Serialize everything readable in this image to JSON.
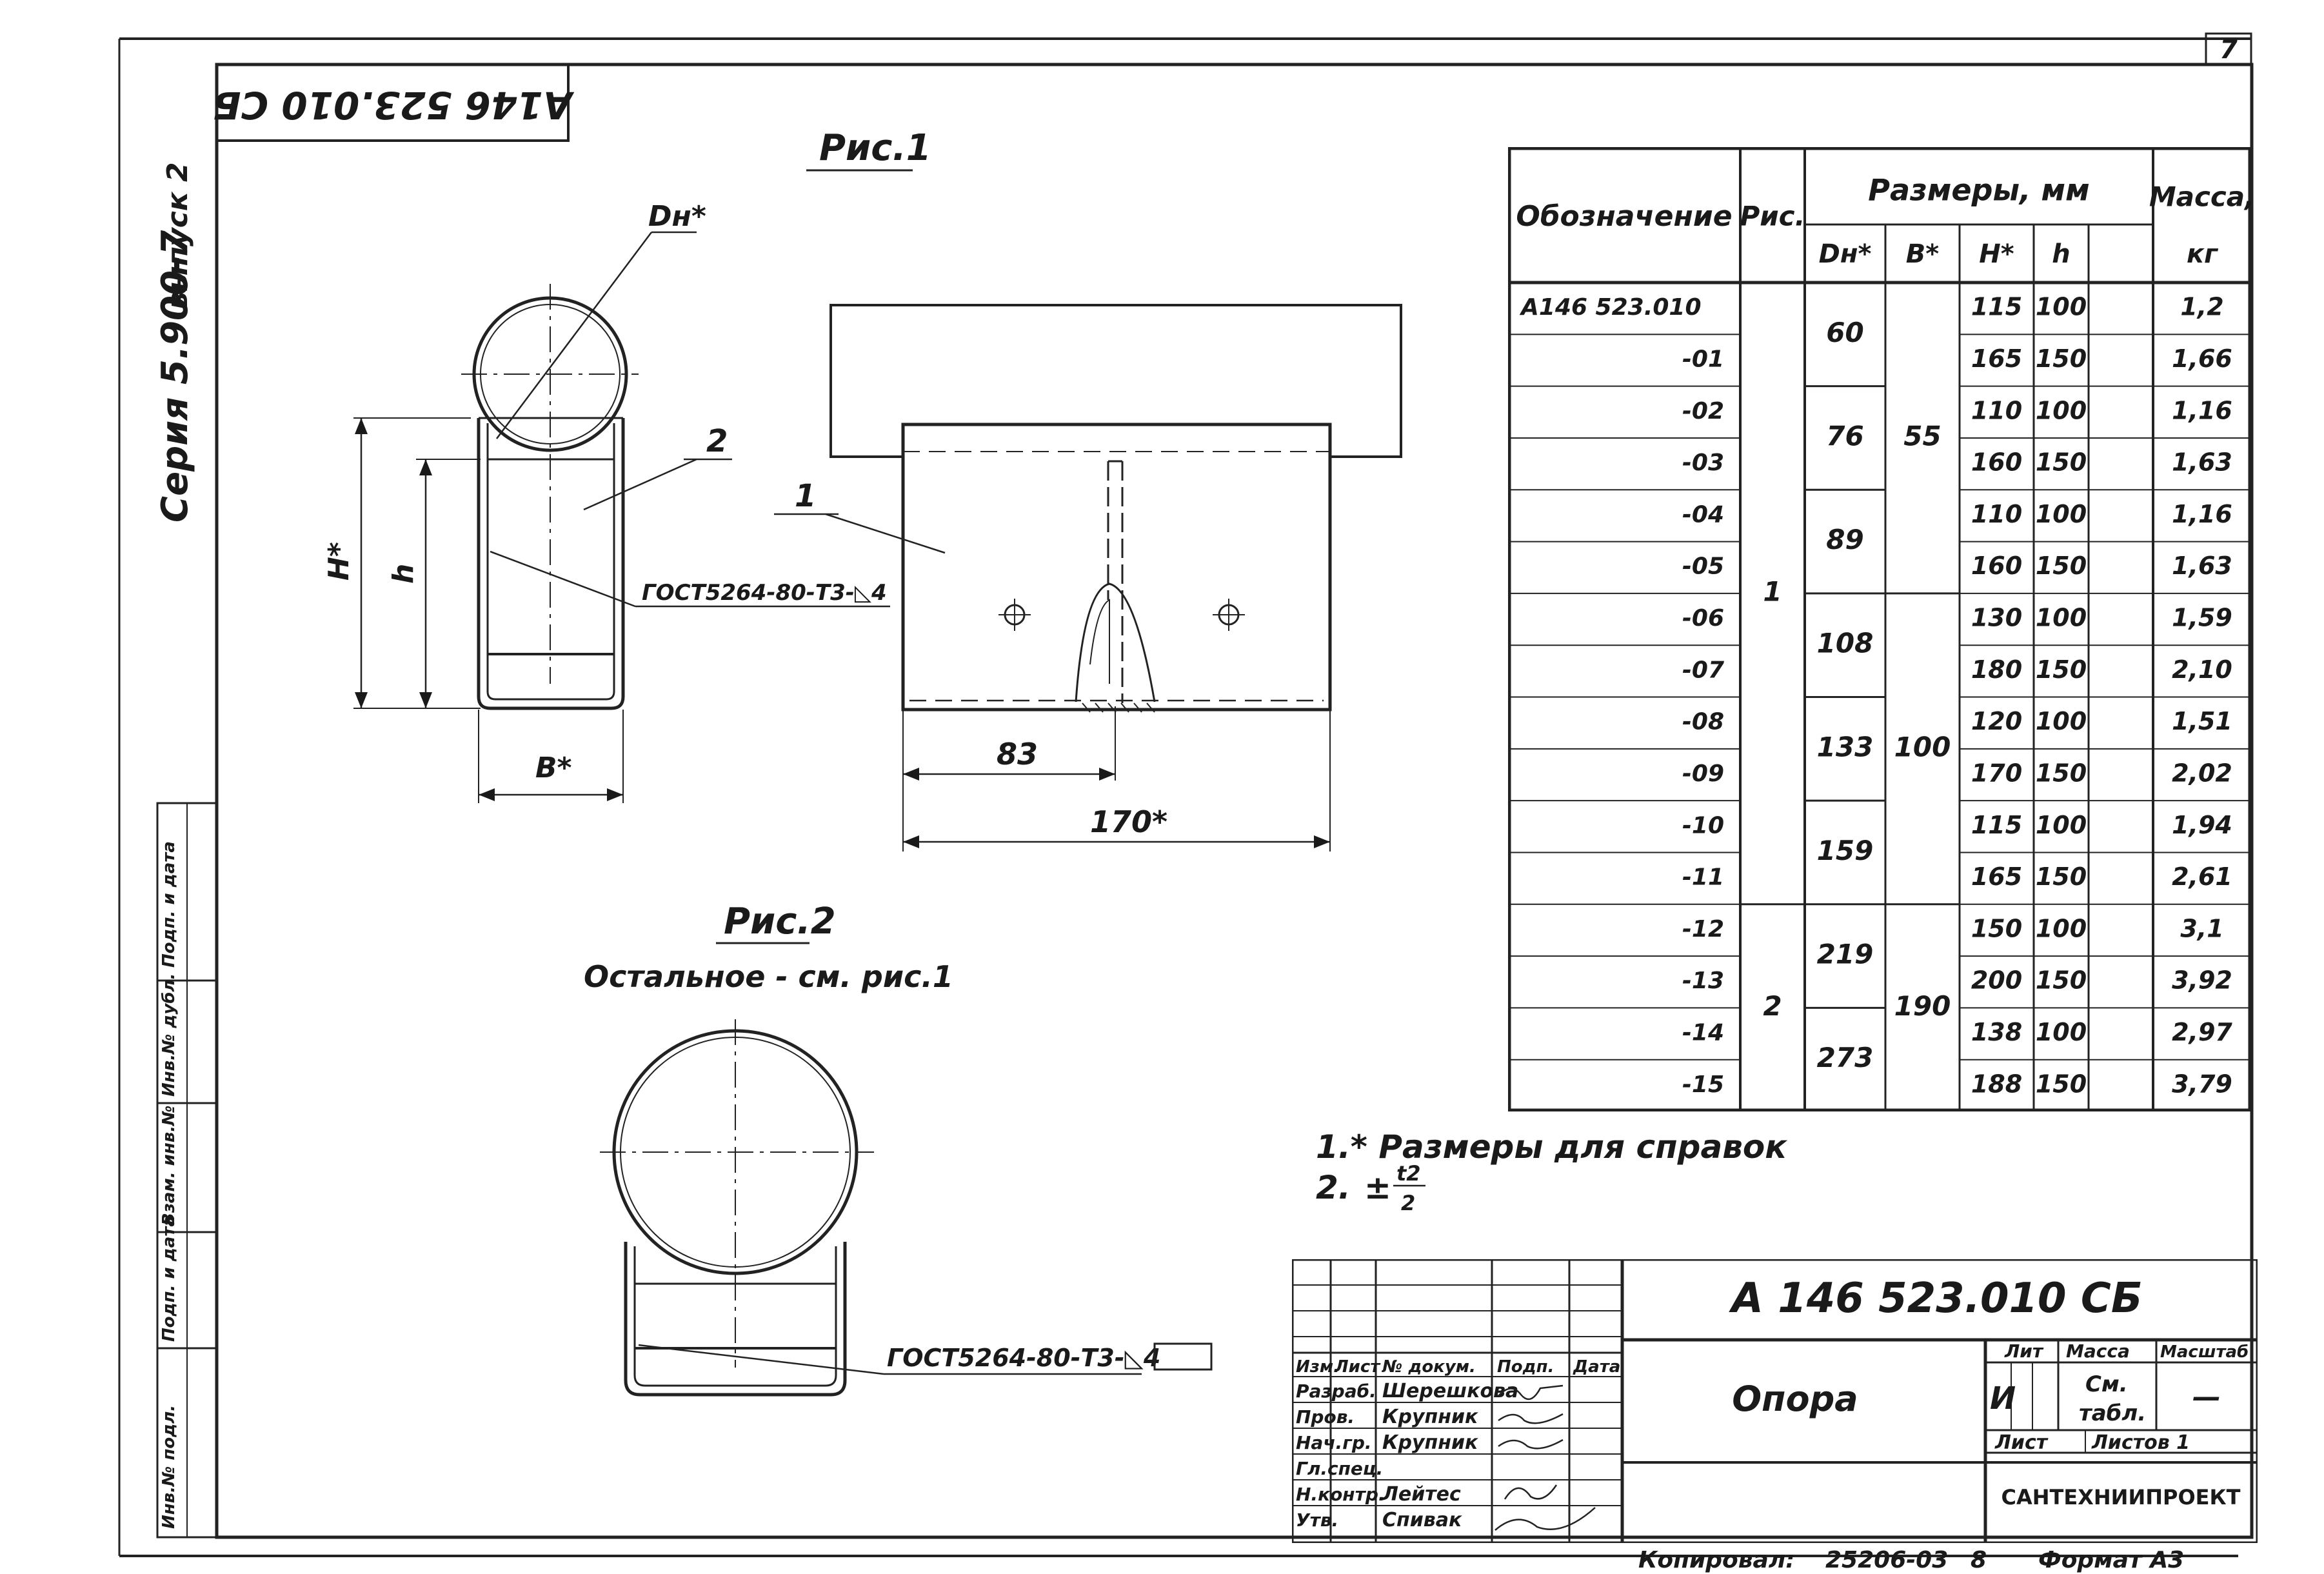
{
  "sheet": {
    "page_number": "7",
    "rotated_code": "А146 523.010 СБ",
    "series": "Серия 5.900-7",
    "issue": "выпуск 2",
    "left_strip": [
      "Инв.№ подл.",
      "Подп. и дата",
      "Взам. инв.№",
      "Инв.№ дубл.",
      "Подп. и дата"
    ]
  },
  "figure1": {
    "title": "Рис.1",
    "labels": {
      "dn": "Dн*",
      "part2": "2",
      "part1": "1",
      "h_star": "H*",
      "h": "h",
      "b_star": "B*",
      "weld": "ГОСТ5264-80-Т3-◺4",
      "dim83": "83",
      "dim170": "170*"
    }
  },
  "figure2": {
    "title": "Рис.2",
    "subtitle": "Остальное - см. рис.1",
    "weld": "ГОСТ5264-80-Т3-◺4"
  },
  "notes": {
    "n1": "1.* Размеры для справок",
    "n2_prefix": "2.",
    "n2_sign": "±",
    "n2_num": "t2",
    "n2_den": "2"
  },
  "table": {
    "headers": {
      "designation": "Обозначение",
      "fig": "Рис.",
      "dims": "Размеры, мм",
      "mass1": "Масса,",
      "mass2": "кг",
      "dn": "Dн*",
      "b": "B*",
      "h_star": "H*",
      "h": "h"
    },
    "rows": [
      {
        "designation": "А146 523.010",
        "H": "115",
        "h": "100",
        "mass": "1,2"
      },
      {
        "designation": "-01",
        "H": "165",
        "h": "150",
        "mass": "1,66"
      },
      {
        "designation": "-02",
        "H": "110",
        "h": "100",
        "mass": "1,16"
      },
      {
        "designation": "-03",
        "H": "160",
        "h": "150",
        "mass": "1,63"
      },
      {
        "designation": "-04",
        "H": "110",
        "h": "100",
        "mass": "1,16"
      },
      {
        "designation": "-05",
        "H": "160",
        "h": "150",
        "mass": "1,63"
      },
      {
        "designation": "-06",
        "H": "130",
        "h": "100",
        "mass": "1,59"
      },
      {
        "designation": "-07",
        "H": "180",
        "h": "150",
        "mass": "2,10"
      },
      {
        "designation": "-08",
        "H": "120",
        "h": "100",
        "mass": "1,51"
      },
      {
        "designation": "-09",
        "H": "170",
        "h": "150",
        "mass": "2,02"
      },
      {
        "designation": "-10",
        "H": "115",
        "h": "100",
        "mass": "1,94"
      },
      {
        "designation": "-11",
        "H": "165",
        "h": "150",
        "mass": "2,61"
      },
      {
        "designation": "-12",
        "H": "150",
        "h": "100",
        "mass": "3,1"
      },
      {
        "designation": "-13",
        "H": "200",
        "h": "150",
        "mass": "3,92"
      },
      {
        "designation": "-14",
        "H": "138",
        "h": "100",
        "mass": "2,97"
      },
      {
        "designation": "-15",
        "H": "188",
        "h": "150",
        "mass": "3,79"
      }
    ],
    "fig_groups": [
      {
        "value": "1",
        "rows": 12
      },
      {
        "value": "2",
        "rows": 4
      }
    ],
    "dn_groups": [
      {
        "value": "60",
        "rows": 2
      },
      {
        "value": "76",
        "rows": 2
      },
      {
        "value": "89",
        "rows": 2
      },
      {
        "value": "108",
        "rows": 2
      },
      {
        "value": "133",
        "rows": 2
      },
      {
        "value": "159",
        "rows": 2
      },
      {
        "value": "219",
        "rows": 2
      },
      {
        "value": "273",
        "rows": 2
      }
    ],
    "b_groups": [
      {
        "value": "55",
        "rows": 6
      },
      {
        "value": "100",
        "rows": 6
      },
      {
        "value": "190",
        "rows": 4
      }
    ]
  },
  "title_block": {
    "doc_code": "А 146 523.010 СБ",
    "name": "Опора",
    "lit_label": "Лит",
    "mass_label": "Масса",
    "scale_label": "Масштаб",
    "lit_value": "И",
    "mass_value1": "См.",
    "mass_value2": "табл.",
    "scale_value": "—",
    "sheet_label": "Лист",
    "sheets_label": "Листов 1",
    "org": "САНТЕХНИИПРОЕКТ",
    "header_cols": [
      "Изм.",
      "Лист",
      "№ докум.",
      "Подп.",
      "Дата"
    ],
    "roles": [
      "Разраб.",
      "Пров.",
      "Нач.гр.",
      "Гл.спец.",
      "Н.контр.",
      "Утв."
    ],
    "names": [
      "Шерешкова",
      "Крупник",
      "Крупник",
      "",
      "Лейтес",
      "Спивак"
    ]
  },
  "footer": {
    "copied": "Копировал:",
    "order": "25206-03",
    "sheet": "8",
    "format": "Формат А3"
  }
}
